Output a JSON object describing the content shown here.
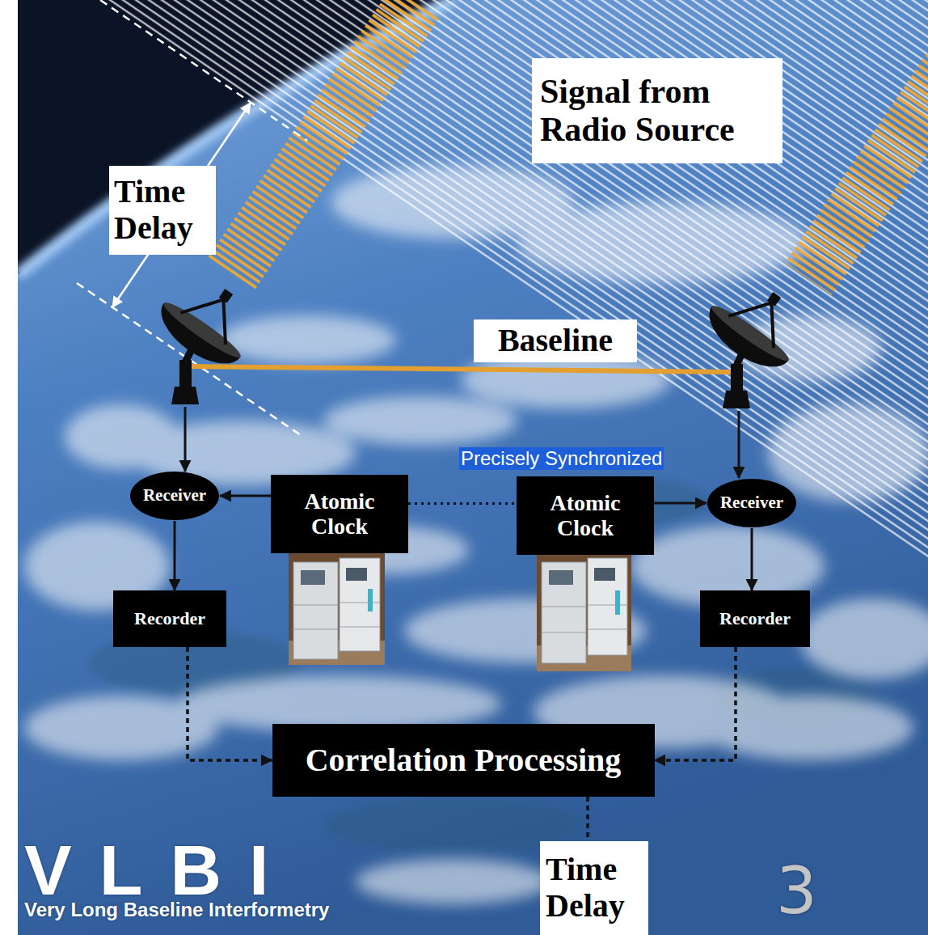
{
  "diagram": {
    "nodes": [
      {
        "text": [
          "Signal from Radio Source"
        ]
      },
      {
        "text": [
          "Time Delay"
        ]
      },
      {
        "text": [
          "Baseline"
        ]
      },
      {
        "text": [
          "Receiver"
        ]
      },
      {
        "text": [
          "Atomic Clock"
        ]
      },
      {
        "text": [
          "Atomic Clock"
        ]
      },
      {
        "text": [
          "Receiver"
        ]
      },
      {
        "text": [
          "Recorder"
        ]
      },
      {
        "text": [
          "Recorder"
        ]
      },
      {
        "text": [
          "Correlation Processing"
        ]
      },
      {
        "text": [
          "Time Delay"
        ]
      }
    ],
    "edges": [
      {
        "from": 4,
        "to": 3,
        "arrow": "to"
      },
      {
        "from": 5,
        "to": 6,
        "arrow": "to"
      },
      {
        "from": 4,
        "to": 5,
        "label": "Precisely Synchronized",
        "arrow": "none"
      },
      {
        "from": 3,
        "to": 7,
        "arrow": "to"
      },
      {
        "from": 6,
        "to": 8,
        "arrow": "to"
      },
      {
        "from": 7,
        "to": 9,
        "arrow": "to"
      },
      {
        "from": 8,
        "to": 9,
        "arrow": "to"
      },
      {
        "from": 9,
        "to": 10,
        "arrow": "none"
      }
    ],
    "labels": [
      "VLBI",
      "Very Long Baseline Interformetry",
      "3"
    ]
  }
}
